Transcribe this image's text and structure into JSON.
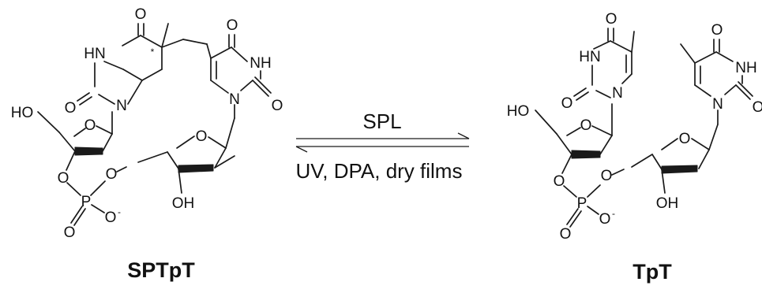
{
  "scheme": {
    "forward_label": "SPL",
    "reverse_label": "UV, DPA, dry films",
    "reactant": {
      "name": "SPTpT",
      "atoms": {
        "o_top1": "O",
        "hn": "HN",
        "star": "*",
        "n1": "N",
        "o_c2": "O",
        "o_top2": "O",
        "nh": "NH",
        "n2": "N",
        "o_c2b": "O",
        "ho": "HO",
        "o_ring1": "O",
        "o_bridge": "O",
        "p": "P",
        "o_ester": "O",
        "o_dbl": "O",
        "o_minus": "O",
        "minus": "-",
        "o_ring2": "O",
        "oh": "OH"
      }
    },
    "product": {
      "name": "TpT",
      "atoms": {
        "o_top1": "O",
        "hn": "HN",
        "n1": "N",
        "o_c2": "O",
        "o_top2": "O",
        "nh": "NH",
        "n2": "N",
        "o_c2b": "O",
        "ho": "HO",
        "o_ring1": "O",
        "o_bridge": "O",
        "p": "P",
        "o_ester": "O",
        "o_dbl": "O",
        "o_minus": "O",
        "minus": "-",
        "o_ring2": "O",
        "oh": "OH"
      }
    }
  }
}
